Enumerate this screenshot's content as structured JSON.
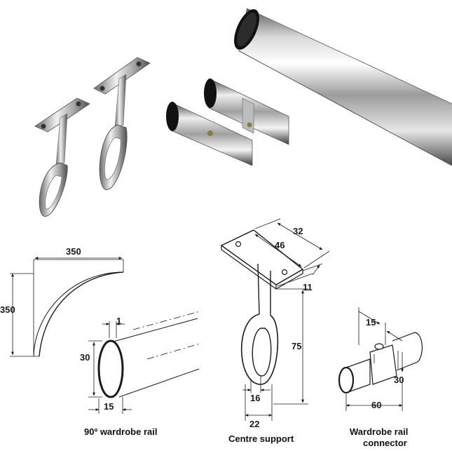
{
  "colors": {
    "chrome_dark": "#3a3a3a",
    "chrome_mid": "#9a9a9a",
    "chrome_light": "#f2f2f2",
    "ink": "#1a1a1a",
    "background": "#ffffff"
  },
  "photos": {
    "rail": "oval-wardrobe-rail-photo",
    "brackets": "centre-support-brackets-photo",
    "connectors": "rail-connector-photo"
  },
  "rail_diagram": {
    "caption": "90º wardrobe rail",
    "bend_width": "350",
    "bend_height": "350",
    "wall_thickness": "1",
    "profile_height": "30",
    "profile_width": "15"
  },
  "support_diagram": {
    "caption": "Centre support",
    "plate_width": "32",
    "plate_length": "46",
    "plate_thickness": "11",
    "height": "75",
    "loop_inner": "16",
    "loop_outer": "22"
  },
  "connector_diagram": {
    "caption_line1": "Wardrobe rail",
    "caption_line2": "connector",
    "screw_offset": "15",
    "height": "30",
    "length": "60"
  }
}
